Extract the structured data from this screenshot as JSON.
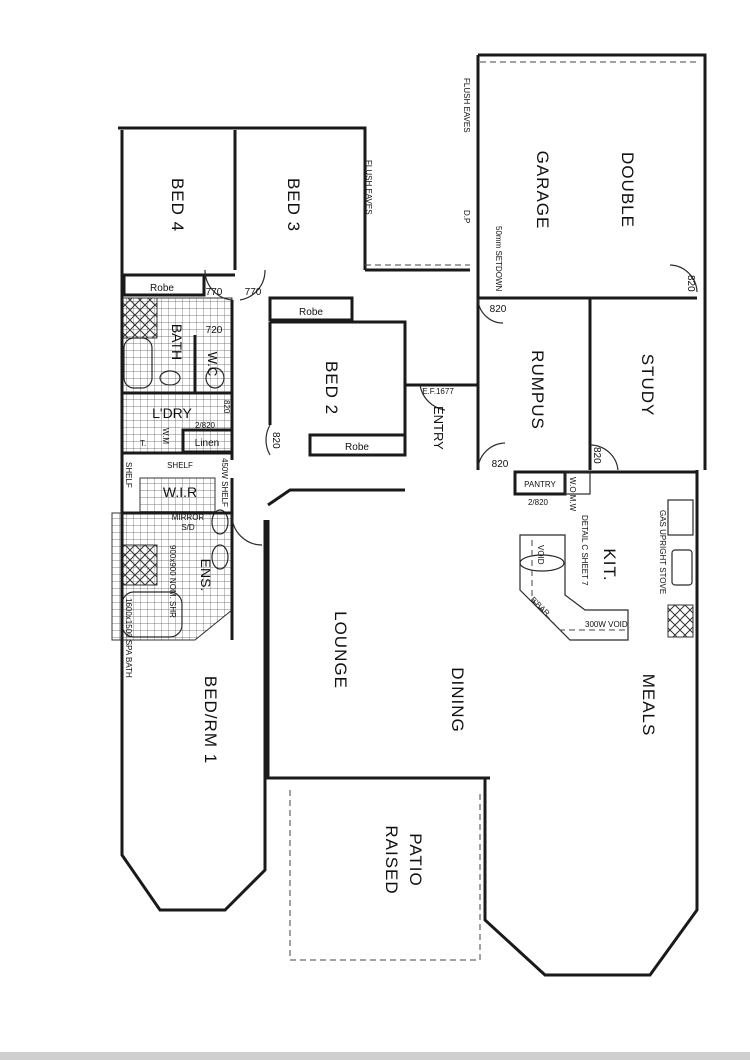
{
  "rooms": {
    "bed4": "BED 4",
    "bed3": "BED 3",
    "bed2": "BED 2",
    "garage": "GARAGE",
    "double": "DOUBLE",
    "rumpus": "RUMPUS",
    "study": "STUDY",
    "entry": "ENTRY",
    "kit": "KIT.",
    "lounge": "LOUNGE",
    "dining": "DINING",
    "meals": "MEALS",
    "bed1": "BED/RM 1",
    "patio_1": "RAISED",
    "patio_2": "PATIO",
    "bath": "BATH",
    "wc": "W.C",
    "ldry": "L'DRY",
    "wir": "W.I.R",
    "ens": "ENS."
  },
  "notes": {
    "robe": "Robe",
    "linen": "Linen",
    "pantry": "PANTRY",
    "flush_eaves": "FLUSH EAVES",
    "dp": "D.P",
    "setdown": "50mm SETDOWN",
    "ef": "E.F.1677",
    "shelf": "SHELF",
    "shelf_450": "450W SHELF",
    "mirror": "MIRROR",
    "sd": "S/D",
    "shower": "900x900 NOM. SHR",
    "spa": "1600x1500 SPA BATH",
    "wm": "W.M",
    "t": "T.",
    "wo_mw": "W.O M.W",
    "detail": "DETAIL C SHEET 7",
    "gas": "GAS UPRIGHT STOVE",
    "void": "VOID",
    "bar": "B'BAR",
    "void300": "300W VOID"
  },
  "doors": {
    "d770": "770",
    "d720": "720",
    "d820": "820",
    "d2820": "2/820"
  }
}
